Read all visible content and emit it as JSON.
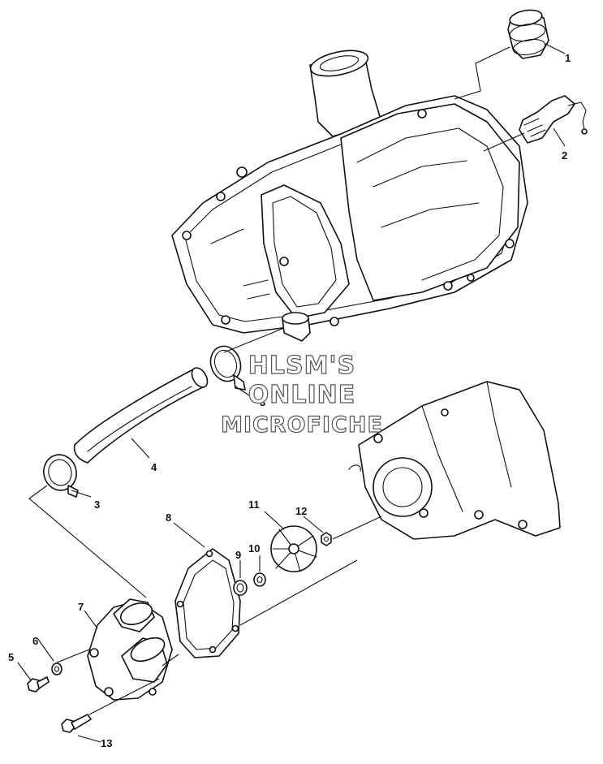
{
  "diagram": {
    "callouts": [
      {
        "id": "1",
        "text": "1"
      },
      {
        "id": "2",
        "text": "2"
      },
      {
        "id": "3a",
        "text": "3"
      },
      {
        "id": "3b",
        "text": "3"
      },
      {
        "id": "4",
        "text": "4"
      },
      {
        "id": "5",
        "text": "5"
      },
      {
        "id": "6",
        "text": "6"
      },
      {
        "id": "7",
        "text": "7"
      },
      {
        "id": "8",
        "text": "8"
      },
      {
        "id": "9",
        "text": "9"
      },
      {
        "id": "10",
        "text": "10"
      },
      {
        "id": "11",
        "text": "11"
      },
      {
        "id": "12",
        "text": "12"
      },
      {
        "id": "13",
        "text": "13"
      }
    ]
  },
  "watermark": {
    "line1": "HLSM'S",
    "line2": "ONLINE",
    "line3": "MICROFICHE"
  },
  "colors": {
    "ink": "#111111",
    "paper": "#ffffff",
    "watermark_outline": "#555555"
  }
}
